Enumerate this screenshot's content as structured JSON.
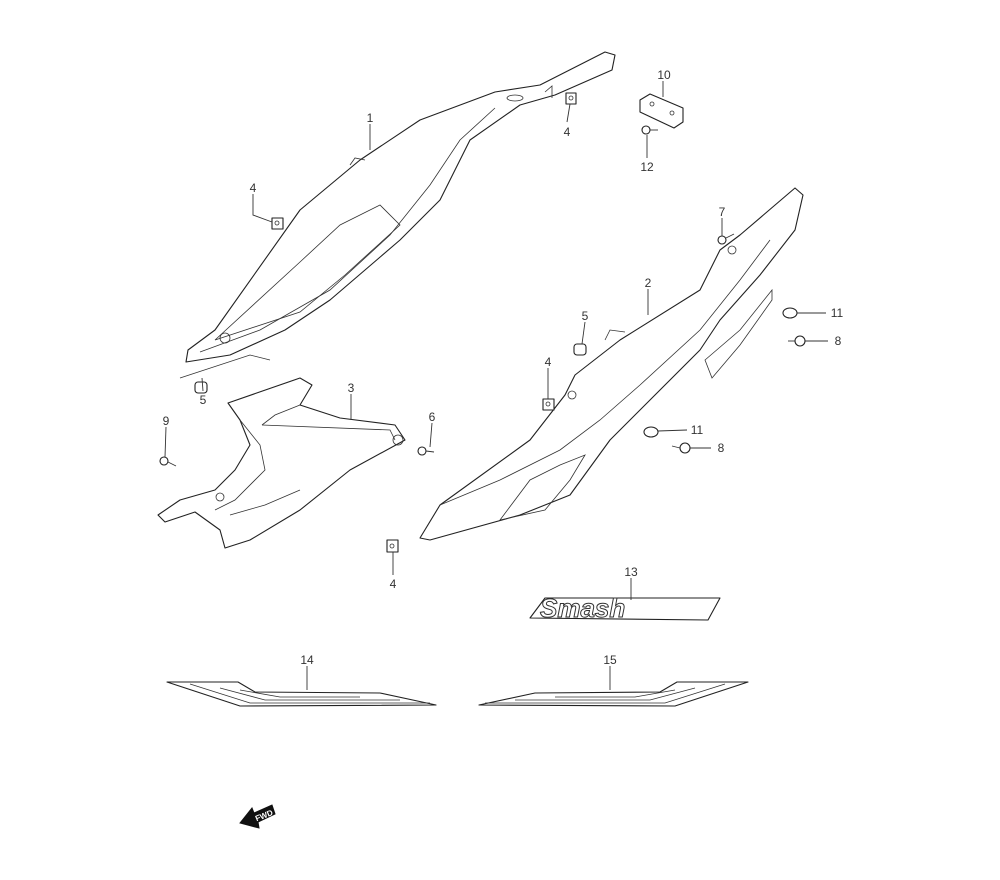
{
  "diagram": {
    "callouts": {
      "c1": "1",
      "c4a": "4",
      "c10": "10",
      "c12": "12",
      "c4b": "4",
      "c7": "7",
      "c2": "2",
      "c5a": "5",
      "c11a": "11",
      "c8a": "8",
      "c4c": "4",
      "c3": "3",
      "c6": "6",
      "c9": "9",
      "c5b": "5",
      "c11b": "11",
      "c8b": "8",
      "c4d": "4",
      "c13": "13",
      "c14": "14",
      "c15": "15"
    },
    "logo_text": "Smash",
    "direction_label": "FWD"
  }
}
